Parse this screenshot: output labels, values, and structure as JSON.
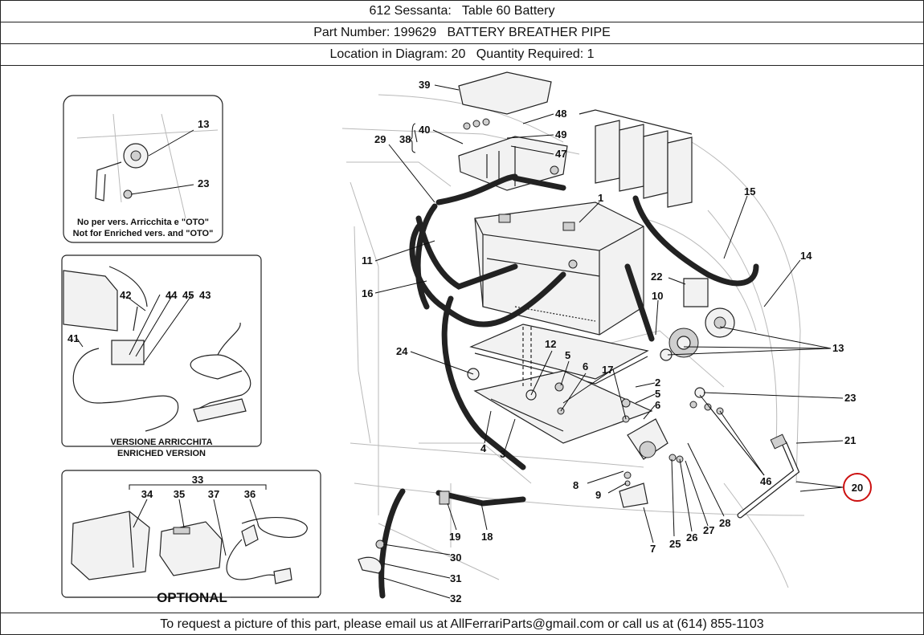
{
  "header": {
    "title": "612 Sessanta:   Table 60 Battery",
    "part": "Part Number: 199629   BATTERY BREATHER PIPE",
    "location": "Location in Diagram: 20   Quantity Required: 1"
  },
  "insets": {
    "not_oto_it": "No per vers. Arricchita e \"OTO\"",
    "not_oto_en": "Not for Enriched vers. and \"OTO\"",
    "enriched_it": "VERSIONE ARRICCHITA",
    "enriched_en": "ENRICHED VERSION",
    "optional": "OPTIONAL"
  },
  "callouts": {
    "c1": "1",
    "c2": "2",
    "c3": "3",
    "c4": "4",
    "c5a": "5",
    "c5b": "5",
    "c6a": "6",
    "c6b": "6",
    "c7": "7",
    "c8": "8",
    "c9": "9",
    "c10": "10",
    "c11": "11",
    "c12": "12",
    "c13a": "13",
    "c13b": "13",
    "c14": "14",
    "c15": "15",
    "c16": "16",
    "c17": "17",
    "c18": "18",
    "c19": "19",
    "c20": "20",
    "c21": "21",
    "c22": "22",
    "c23a": "23",
    "c23b": "23",
    "c24": "24",
    "c25": "25",
    "c26": "26",
    "c27": "27",
    "c28": "28",
    "c29": "29",
    "c30": "30",
    "c31": "31",
    "c32": "32",
    "c33": "33",
    "c34": "34",
    "c35": "35",
    "c36": "36",
    "c37": "37",
    "c38": "38",
    "c39": "39",
    "c40": "40",
    "c41": "41",
    "c42": "42",
    "c43": "43",
    "c44": "44",
    "c45": "45",
    "c46": "46",
    "c47": "47",
    "c48": "48",
    "c49": "49"
  },
  "highlight_color": "#cc1111",
  "footer": {
    "text": "To request a picture of this part, please email us at AllFerrariParts@gmail.com or call us at (614) 855-1103"
  }
}
